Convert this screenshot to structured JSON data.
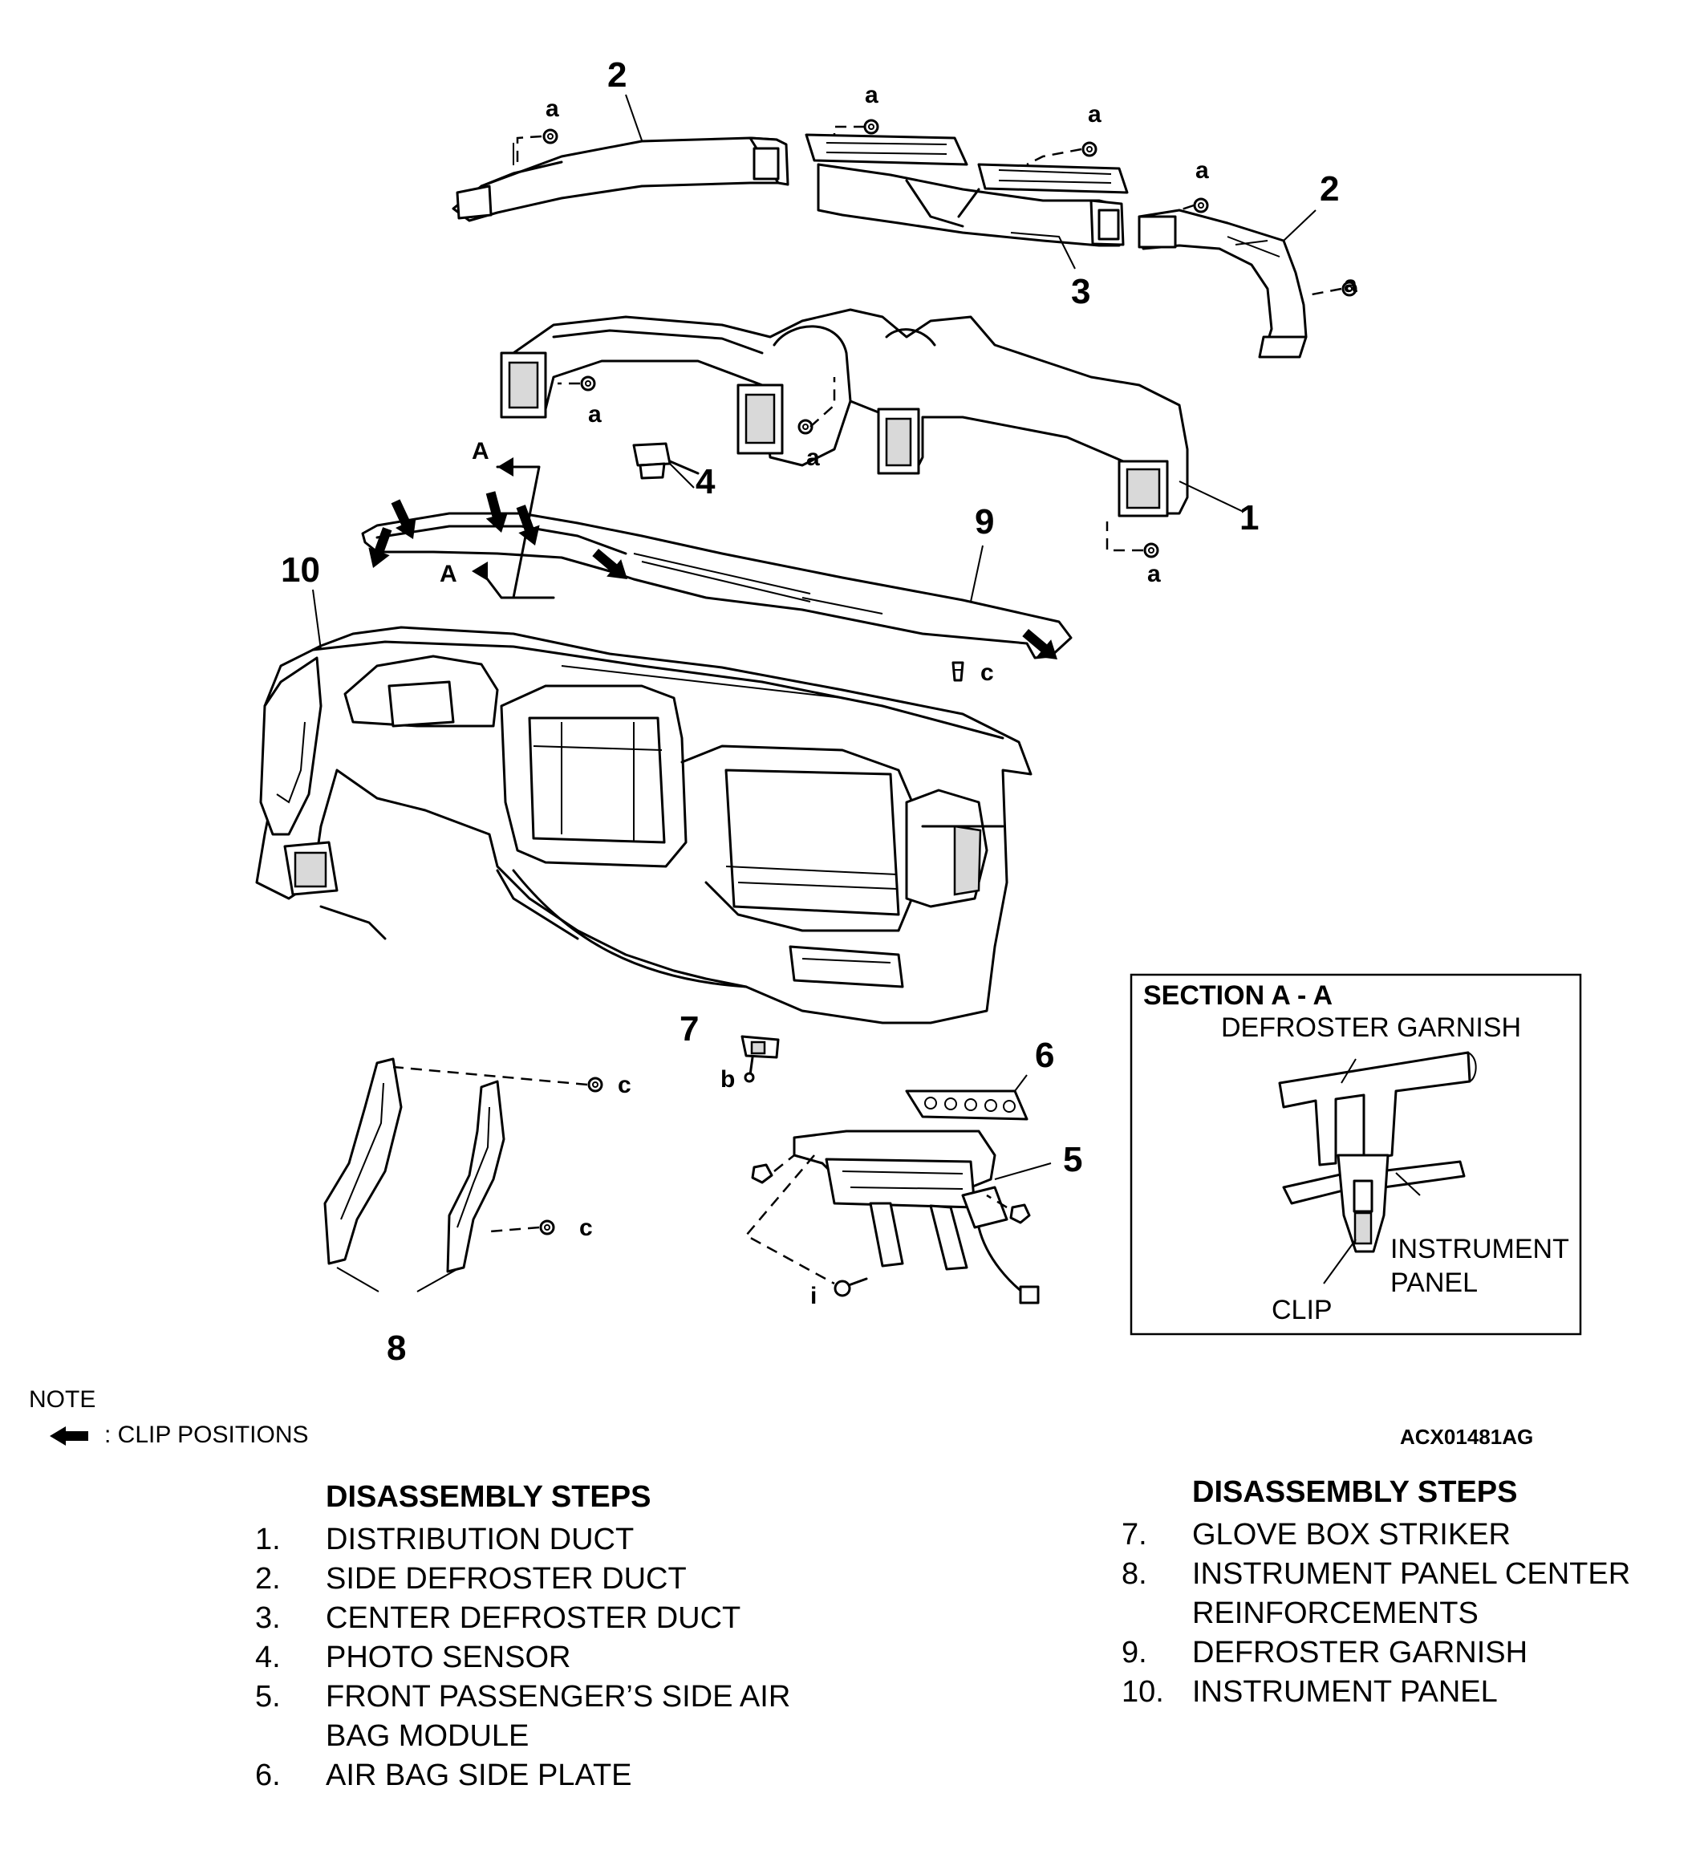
{
  "callouts": {
    "p1": "1",
    "p2a": "2",
    "p2b": "2",
    "p3": "3",
    "p4": "4",
    "p5": "5",
    "p6": "6",
    "p7": "7",
    "p8": "8",
    "p9": "9",
    "p10": "10"
  },
  "fasteners": {
    "a": "a",
    "b": "b",
    "c": "c",
    "i": "i"
  },
  "section_marks": {
    "A": "A"
  },
  "section_view": {
    "title": "SECTION A - A",
    "defroster_garnish": "DEFROSTER GARNISH",
    "instrument": "INSTRUMENT",
    "panel": "PANEL",
    "clip": "CLIP"
  },
  "note": {
    "title": "NOTE",
    "legend": ": CLIP POSITIONS"
  },
  "figure_code": "ACX01481AG",
  "steps_left": {
    "heading": "DISASSEMBLY STEPS",
    "items": [
      {
        "num": "1.",
        "text": "DISTRIBUTION DUCT"
      },
      {
        "num": "2.",
        "text": "SIDE DEFROSTER DUCT"
      },
      {
        "num": "3.",
        "text": "CENTER DEFROSTER DUCT"
      },
      {
        "num": "4.",
        "text": "PHOTO SENSOR"
      },
      {
        "num": "5.",
        "text": "FRONT PASSENGER’S SIDE AIR"
      },
      {
        "num": "",
        "text": "BAG MODULE"
      },
      {
        "num": "6.",
        "text": "AIR BAG SIDE PLATE"
      }
    ]
  },
  "steps_right": {
    "heading": "DISASSEMBLY STEPS",
    "items": [
      {
        "num": "7.",
        "text": "GLOVE BOX STRIKER"
      },
      {
        "num": "8.",
        "text": "INSTRUMENT PANEL CENTER"
      },
      {
        "num": "",
        "text": "REINFORCEMENTS"
      },
      {
        "num": "9.",
        "text": "DEFROSTER GARNISH"
      },
      {
        "num": "10.",
        "text": "INSTRUMENT PANEL"
      }
    ]
  }
}
